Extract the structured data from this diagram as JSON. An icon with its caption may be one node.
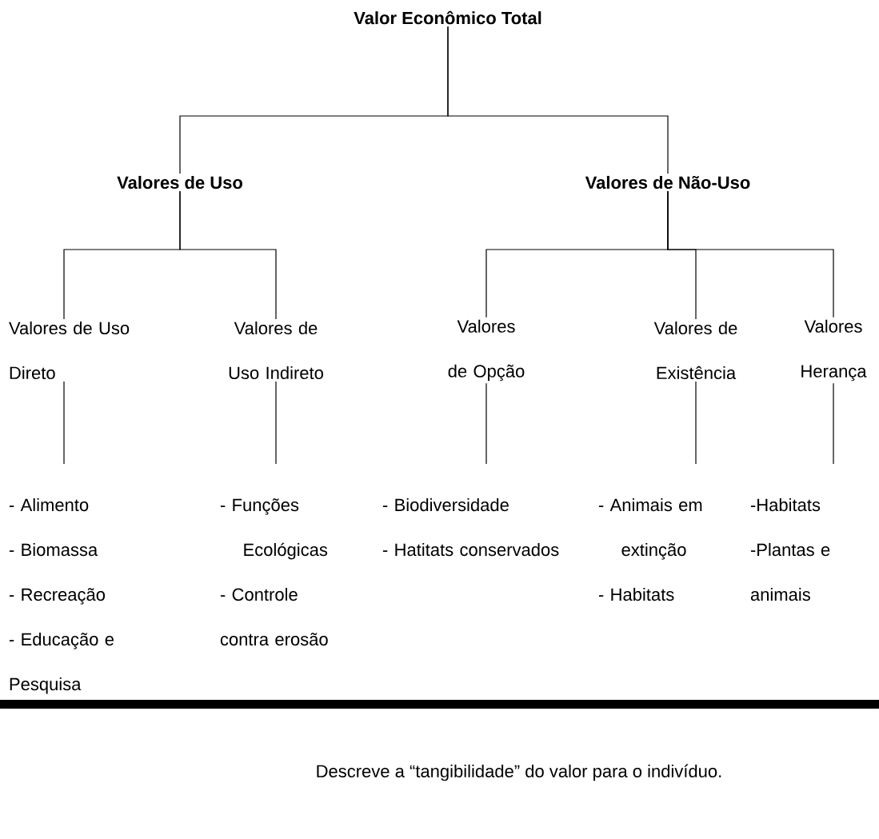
{
  "diagram": {
    "caption": "Descreve a “tangibilidade” do valor para o indivíduo.",
    "nodes": [
      {
        "text": [
          "Valor Econômico Total"
        ]
      },
      {
        "text": [
          "Valores de Uso"
        ]
      },
      {
        "text": [
          "Valores de Não-Uso"
        ]
      },
      {
        "text": [
          "Valores de Uso Direto"
        ]
      },
      {
        "text": [
          "Valores de Uso Indireto"
        ]
      },
      {
        "text": [
          "Valores de Opção"
        ]
      },
      {
        "text": [
          "Valores de Existência"
        ]
      },
      {
        "text": [
          "Valores Herança"
        ]
      },
      {
        "text": [
          "- Alimento",
          "- Biomassa",
          "- Recreação",
          "- Educação e Pesquisa"
        ]
      },
      {
        "text": [
          "- Funções Ecológicas",
          "- Controle contra erosão"
        ]
      },
      {
        "text": [
          "- Biodiversidade",
          "- Hatitats conservados"
        ]
      },
      {
        "text": [
          "- Animais em extinção",
          "- Habitats"
        ]
      },
      {
        "text": [
          "-Habitats",
          "-Plantas e animais"
        ]
      }
    ],
    "edges": [
      {
        "from": 0,
        "to": 1,
        "arrow": "none"
      },
      {
        "from": 0,
        "to": 2,
        "arrow": "none"
      },
      {
        "from": 1,
        "to": 3,
        "arrow": "none"
      },
      {
        "from": 1,
        "to": 4,
        "arrow": "none"
      },
      {
        "from": 2,
        "to": 5,
        "arrow": "none"
      },
      {
        "from": 2,
        "to": 6,
        "arrow": "none"
      },
      {
        "from": 2,
        "to": 7,
        "arrow": "none"
      },
      {
        "from": 3,
        "to": 8,
        "arrow": "none"
      },
      {
        "from": 4,
        "to": 9,
        "arrow": "none"
      },
      {
        "from": 5,
        "to": 10,
        "arrow": "none"
      },
      {
        "from": 6,
        "to": 11,
        "arrow": "none"
      },
      {
        "from": 7,
        "to": 12,
        "arrow": "none"
      }
    ]
  }
}
